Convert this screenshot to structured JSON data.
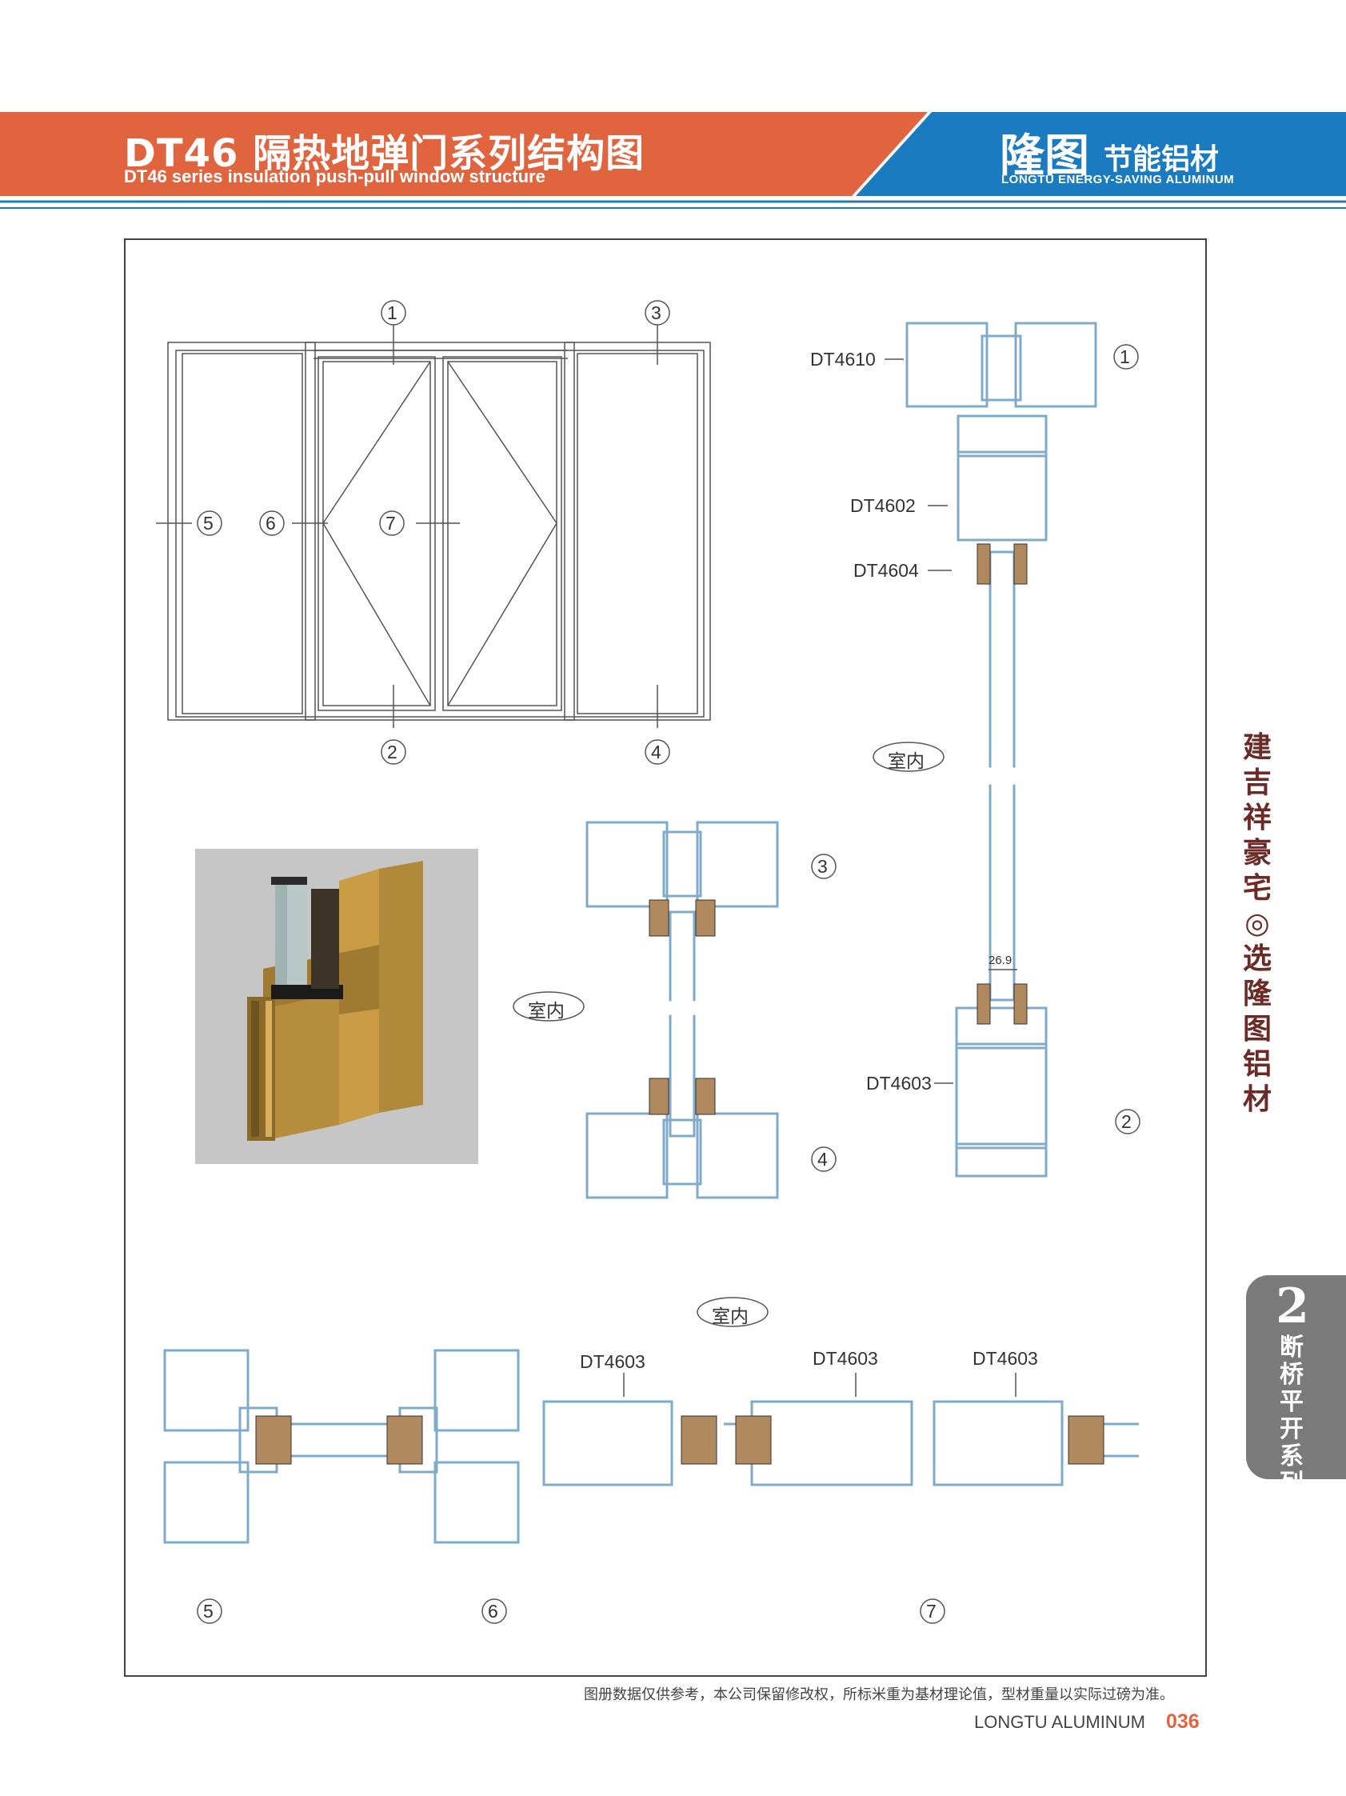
{
  "header": {
    "title_cn": "DT46 隔热地弹门系列结构图",
    "title_en": "DT46 series insulation push-pull window structure",
    "brand_cn": "隆图",
    "brand_sub": "节能铝材",
    "brand_en": "LONGTU ENERGY-SAVING ALUMINUM",
    "colors": {
      "orange": "#e0653f",
      "blue": "#1a7bc0"
    }
  },
  "elevation": {
    "markers": [
      "1",
      "2",
      "3",
      "4",
      "5",
      "6",
      "7"
    ]
  },
  "vertical_section": {
    "profiles": [
      "DT4610",
      "DT4602",
      "DT4604",
      "DT4603"
    ],
    "markers": [
      "1",
      "2"
    ],
    "room_label": "室内",
    "dimension": "26.9"
  },
  "mid_section": {
    "markers": [
      "3",
      "4"
    ],
    "room_label": "室内"
  },
  "horizontal_section": {
    "room_label": "室内",
    "profiles": [
      "DT4603",
      "DT4603",
      "DT4603"
    ],
    "markers": [
      "5",
      "6",
      "7"
    ]
  },
  "side": {
    "slogan": "建吉祥豪宅◎选隆图铝材",
    "tab_number": "2",
    "tab_text": "断桥平开系列"
  },
  "footer": {
    "note": "图册数据仅供参考，本公司保留修改权，所标米重为基材理论值，型材重量以实际过磅为准。",
    "brand": "LONGTU ALUMINUM",
    "page": "036"
  }
}
